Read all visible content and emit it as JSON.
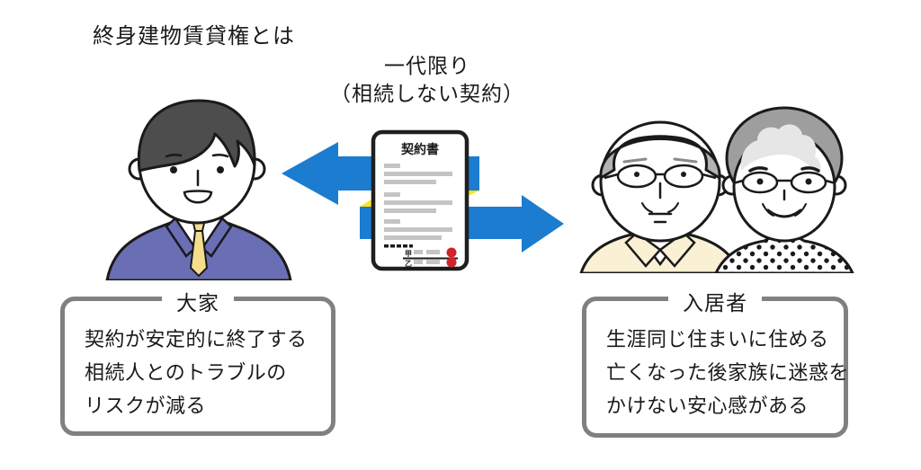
{
  "title": "終身建物賃貸権とは",
  "caption": {
    "line1": "一代限り",
    "line2": "（相続しない契約）"
  },
  "contract_doc": {
    "title": "契約書",
    "party_a": "甲",
    "party_b": "乙"
  },
  "landlord": {
    "label": "大家",
    "benefits": [
      "契約が安定的に終了する",
      "相続人とのトラブルの",
      "リスクが減る"
    ]
  },
  "residents": {
    "label": "入居者",
    "benefits": [
      "生涯同じ住まいに住める",
      "亡くなった後家族に迷惑を",
      "かけない安心感がある"
    ]
  },
  "colors": {
    "arrow_blue": "#1b7cd0",
    "fold_yellow": "#ffe417",
    "box_border": "#808080",
    "seal_red": "#d2232a",
    "jacket": "#6a6eb5",
    "tie": "#f5dd8d",
    "shirt_cream": "#faf0d4",
    "hair_dark": "#4d4d4d",
    "hair_gray": "#b3b3b3"
  }
}
